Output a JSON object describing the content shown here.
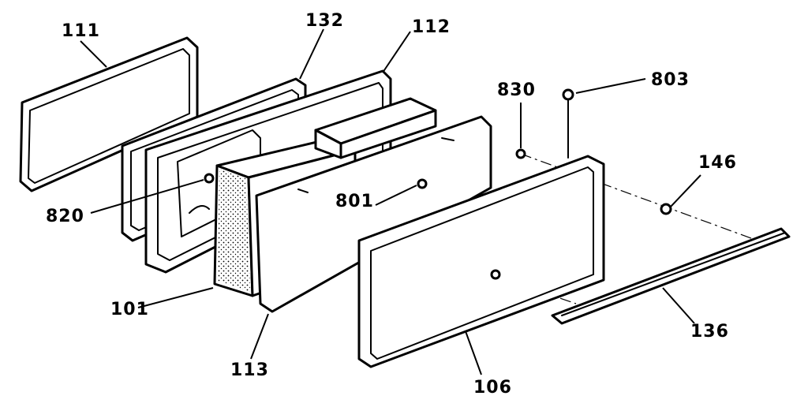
{
  "diagram": {
    "type": "exploded-parts-view",
    "callouts": [
      {
        "id": "p111",
        "label": "111"
      },
      {
        "id": "p132",
        "label": "132"
      },
      {
        "id": "p112",
        "label": "112"
      },
      {
        "id": "p830",
        "label": "830"
      },
      {
        "id": "p803",
        "label": "803"
      },
      {
        "id": "p146",
        "label": "146"
      },
      {
        "id": "p820",
        "label": "820"
      },
      {
        "id": "p801",
        "label": "801"
      },
      {
        "id": "p101",
        "label": "101"
      },
      {
        "id": "p113",
        "label": "113"
      },
      {
        "id": "p136",
        "label": "136"
      },
      {
        "id": "p106",
        "label": "106"
      }
    ]
  }
}
